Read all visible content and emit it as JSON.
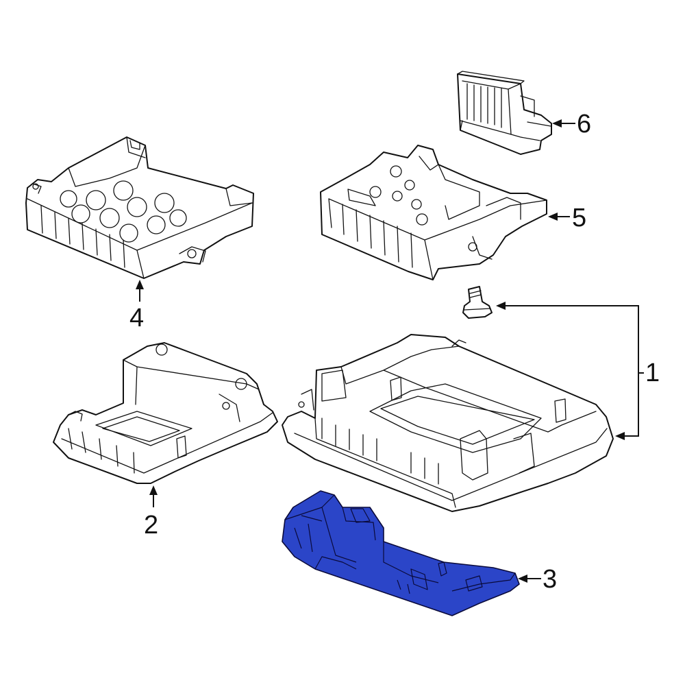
{
  "diagram": {
    "highlight_color": "#2b45c8",
    "callouts": [
      {
        "id": "1",
        "label": "1"
      },
      {
        "id": "2",
        "label": "2"
      },
      {
        "id": "3",
        "label": "3"
      },
      {
        "id": "4",
        "label": "4"
      },
      {
        "id": "5",
        "label": "5"
      },
      {
        "id": "6",
        "label": "6"
      }
    ]
  }
}
